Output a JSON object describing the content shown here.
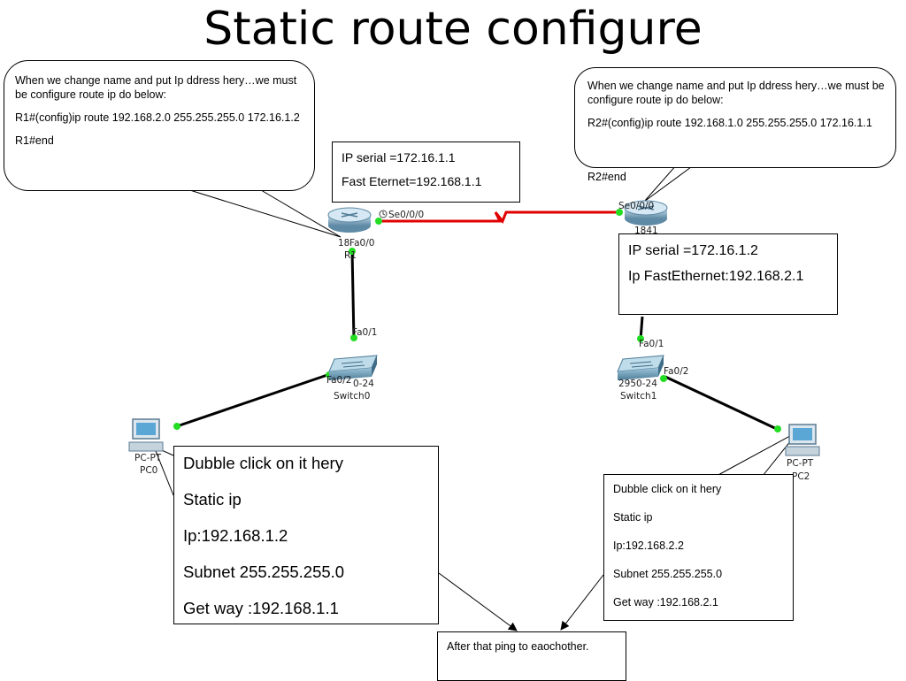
{
  "title": "Static route configure",
  "callout_left": {
    "intro": "When we change name and put Ip ddress hery…we must be configure  route ip  do below:",
    "command": "R1#(config)ip route 192.168.2.0 255.255.255.0 172.16.1.2",
    "end": "R1#end"
  },
  "callout_right": {
    "intro": "When we change name and put Ip ddress hery…we must be configure  route ip  do below:",
    "command": "R2#(config)ip route 192.168.1.0 255.255.255.0 172.16.1.1",
    "end": "R2#end"
  },
  "r1_info": {
    "serial": "IP serial  =172.16.1.1",
    "fast": "Fast Eternet=192.168.1.1"
  },
  "r2_info": {
    "serial": "IP serial =172.16.1.2",
    "fast": "Ip FastEthernet:192.168.2.1"
  },
  "pc0_info": {
    "line1": "Dubble click on it hery",
    "line2": "Static ip",
    "line3": "Ip:192.168.1.2",
    "line4": "Subnet 255.255.255.0",
    "line5": "Get way :192.168.1.1"
  },
  "pc2_info": {
    "line1": "Dubble click on it hery",
    "line2": "Static ip",
    "line3": "Ip:192.168.2.2",
    "line4": "Subnet 255.255.255.0",
    "line5": "Get way :192.168.2.1"
  },
  "ping_note": "After that ping to eaochother.",
  "devices": {
    "r1_port_se": "Se0/0/0",
    "r1_port_fa": "Fa0/0",
    "r1_model": "18",
    "r1_name": "R1",
    "r2_port_se": "Se0/0/0",
    "r2_model": "1841",
    "sw0_port_up": "Fa0/1",
    "sw0_port_down": "Fa0/2",
    "sw0_model": "0-24",
    "sw0_name": "Switch0",
    "sw1_port_up": "Fa0/1",
    "sw1_port_down": "Fa0/2",
    "sw1_model": "2950-24",
    "sw1_name": "Switch1",
    "pc0_model": "PC-PT",
    "pc0_name": "PC0",
    "pc2_model": "PC-PT",
    "pc2_name": "PC2"
  },
  "colors": {
    "serial_link": "#e00000",
    "port_dot": "#22dd22",
    "cable": "#000000"
  }
}
